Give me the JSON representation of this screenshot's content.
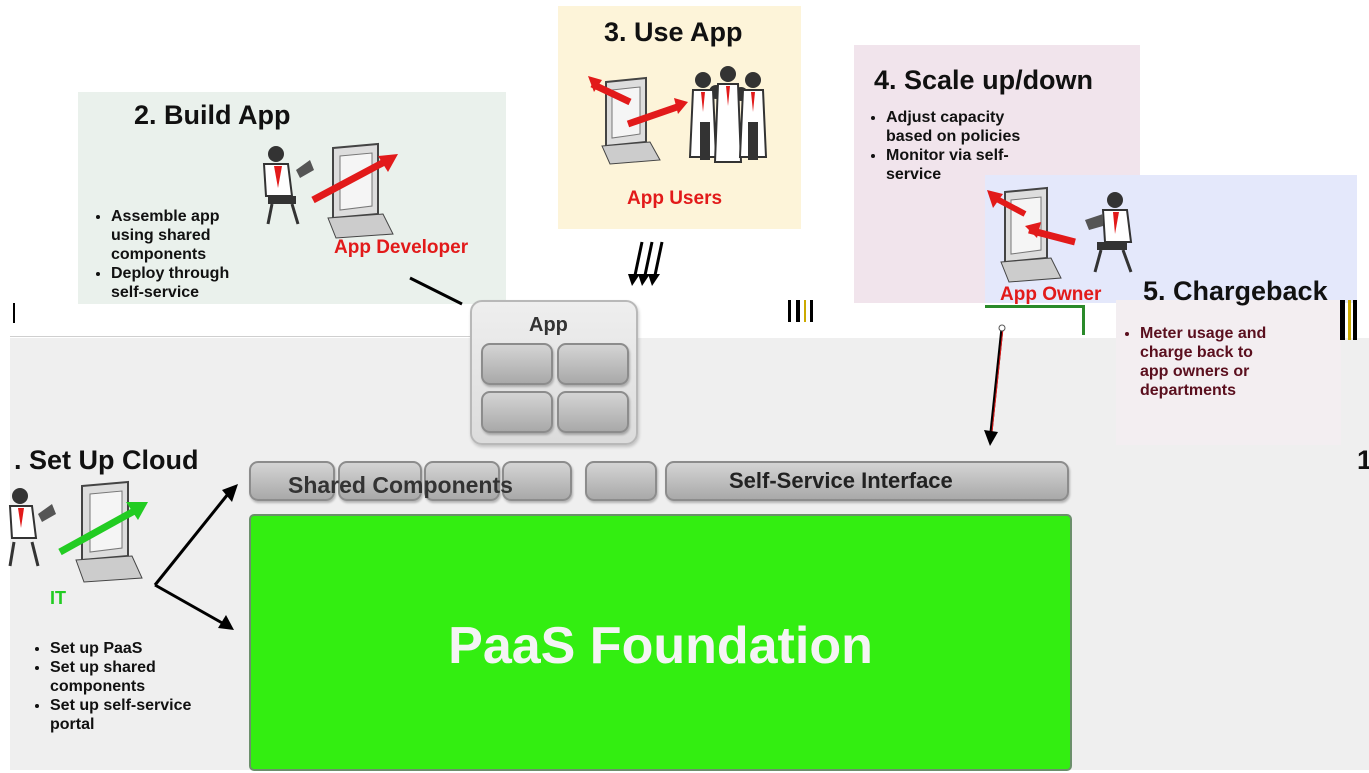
{
  "build_app": {
    "title": "2. Build App",
    "bullets": [
      "Assemble app using shared components",
      "Deploy through self-service"
    ],
    "role": "App Developer"
  },
  "use_app": {
    "title": "3. Use App",
    "role": "App Users"
  },
  "scale": {
    "title": "4. Scale up/down",
    "bullets": [
      "Adjust capacity based on policies",
      "Monitor via self-service"
    ]
  },
  "chargeback": {
    "title": "5. Chargeback",
    "role": "App Owner",
    "bullets": [
      "Meter usage and charge back to app owners or departments"
    ]
  },
  "setup_cloud": {
    "title": ". Set Up Cloud",
    "role": "IT",
    "bullets": [
      "Set up PaaS",
      "Set up shared components",
      "Set up self-service portal"
    ]
  },
  "right_edge_number": "1",
  "app_box": {
    "label": "App"
  },
  "shared_components": {
    "label": "Shared Components"
  },
  "self_service": {
    "label": "Self-Service Interface"
  },
  "foundation": {
    "label": "PaaS Foundation"
  },
  "colors": {
    "build_panel": "#eaf1ec",
    "use_panel": "#fdf4d9",
    "scale_panel": "#f1e4ec",
    "chargeback_panel": "#e4e8fb",
    "middle_band": "#efefef",
    "foundation_green": "#33ee11",
    "role_red": "#e21a1a",
    "it_green": "#22cc22"
  }
}
